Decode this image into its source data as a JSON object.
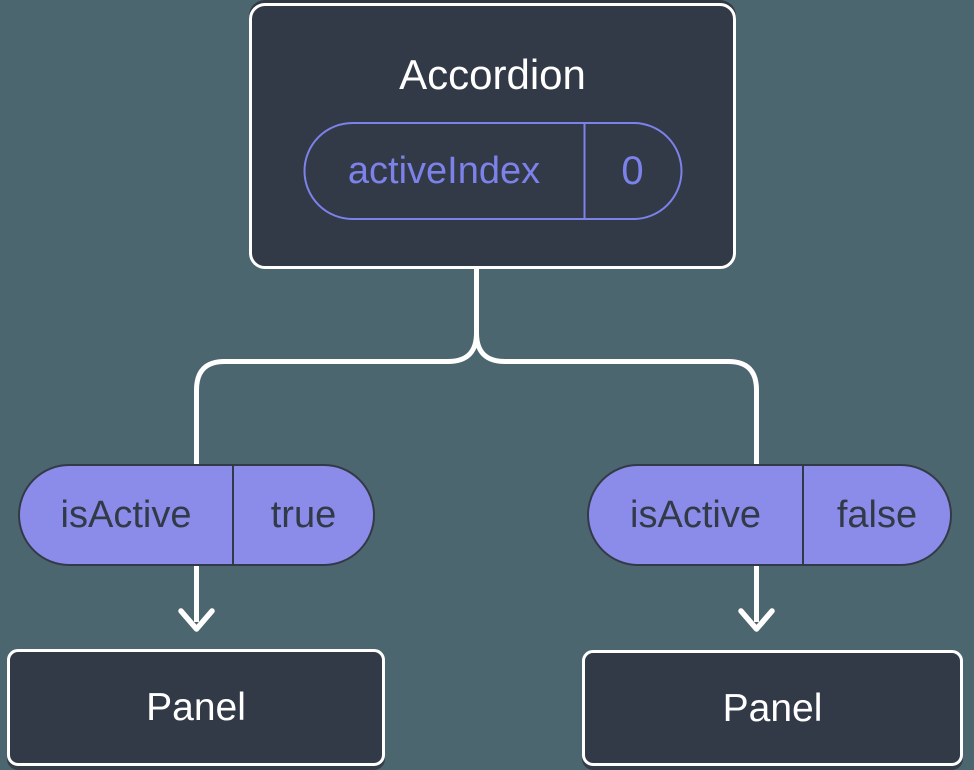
{
  "colors": {
    "background": "#4c6670",
    "node_fill": "#333a47",
    "node_border": "#ffffff",
    "connector": "#ffffff",
    "accent_purple_outline": "#7c82ea",
    "prop_pill_fill": "#8b8cea",
    "prop_pill_text": "#333a47"
  },
  "root_node": {
    "title": "Accordion",
    "prop_name": "activeIndex",
    "prop_value": "0"
  },
  "children": [
    {
      "prop_name": "isActive",
      "prop_value": "true",
      "node_title": "Panel"
    },
    {
      "prop_name": "isActive",
      "prop_value": "false",
      "node_title": "Panel"
    }
  ]
}
